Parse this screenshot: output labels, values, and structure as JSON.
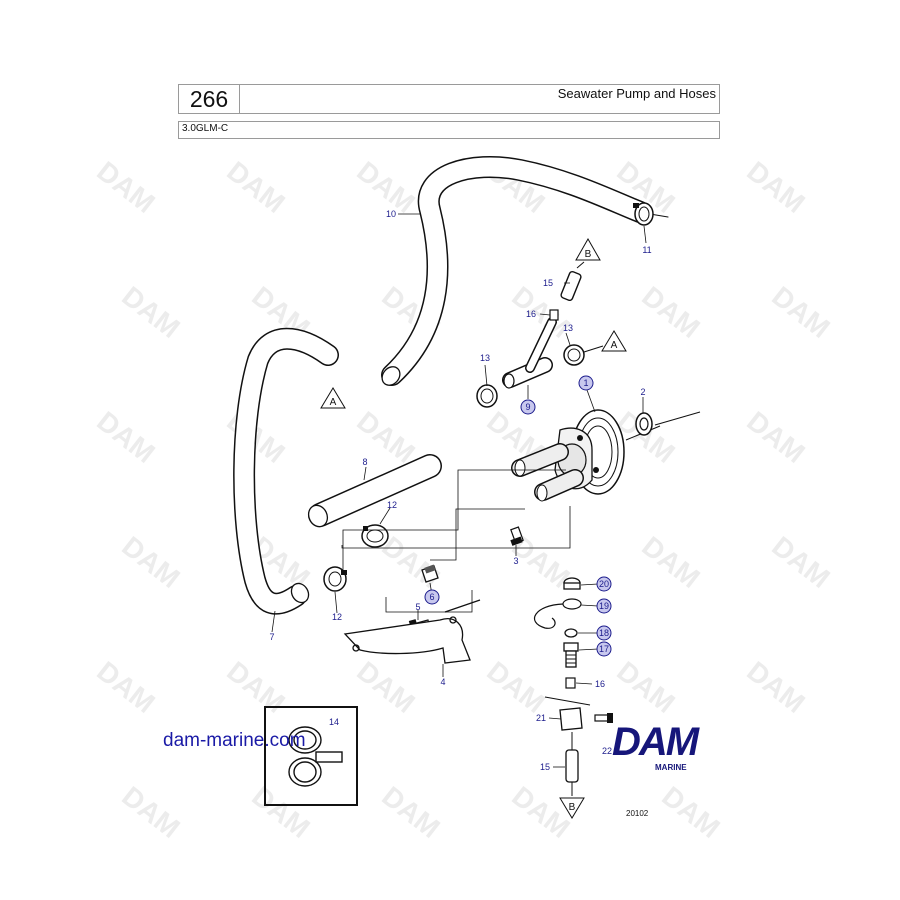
{
  "header": {
    "page_number": "266",
    "title": "Seawater Pump and Hoses",
    "model": "3.0GLM-C"
  },
  "watermark": {
    "text": "DAM"
  },
  "callouts": {
    "p1": "1",
    "p2": "2",
    "p3": "3",
    "p4": "4",
    "p5": "5",
    "p6": "6",
    "p7": "7",
    "p8": "8",
    "p9": "9",
    "p10": "10",
    "p11": "11",
    "p12a": "12",
    "p12b": "12",
    "p13a": "13",
    "p13b": "13",
    "p14": "14",
    "p15a": "15",
    "p15b": "15",
    "p16a": "16",
    "p16b": "16",
    "p17": "17",
    "p18": "18",
    "p19": "19",
    "p20": "20",
    "p21": "21",
    "p22": "22"
  },
  "connectors": {
    "a1": "A",
    "a2": "A",
    "b1": "B",
    "b2": "B"
  },
  "footer": {
    "site": "dam-marine.com",
    "brand": "DAM",
    "brand_sub": "MARINE",
    "ref": "20102"
  },
  "colors": {
    "callout": "#1c1c8c",
    "highlight_circle": "#c8c8ee",
    "watermark": "#ececec",
    "brand": "#16167a"
  }
}
